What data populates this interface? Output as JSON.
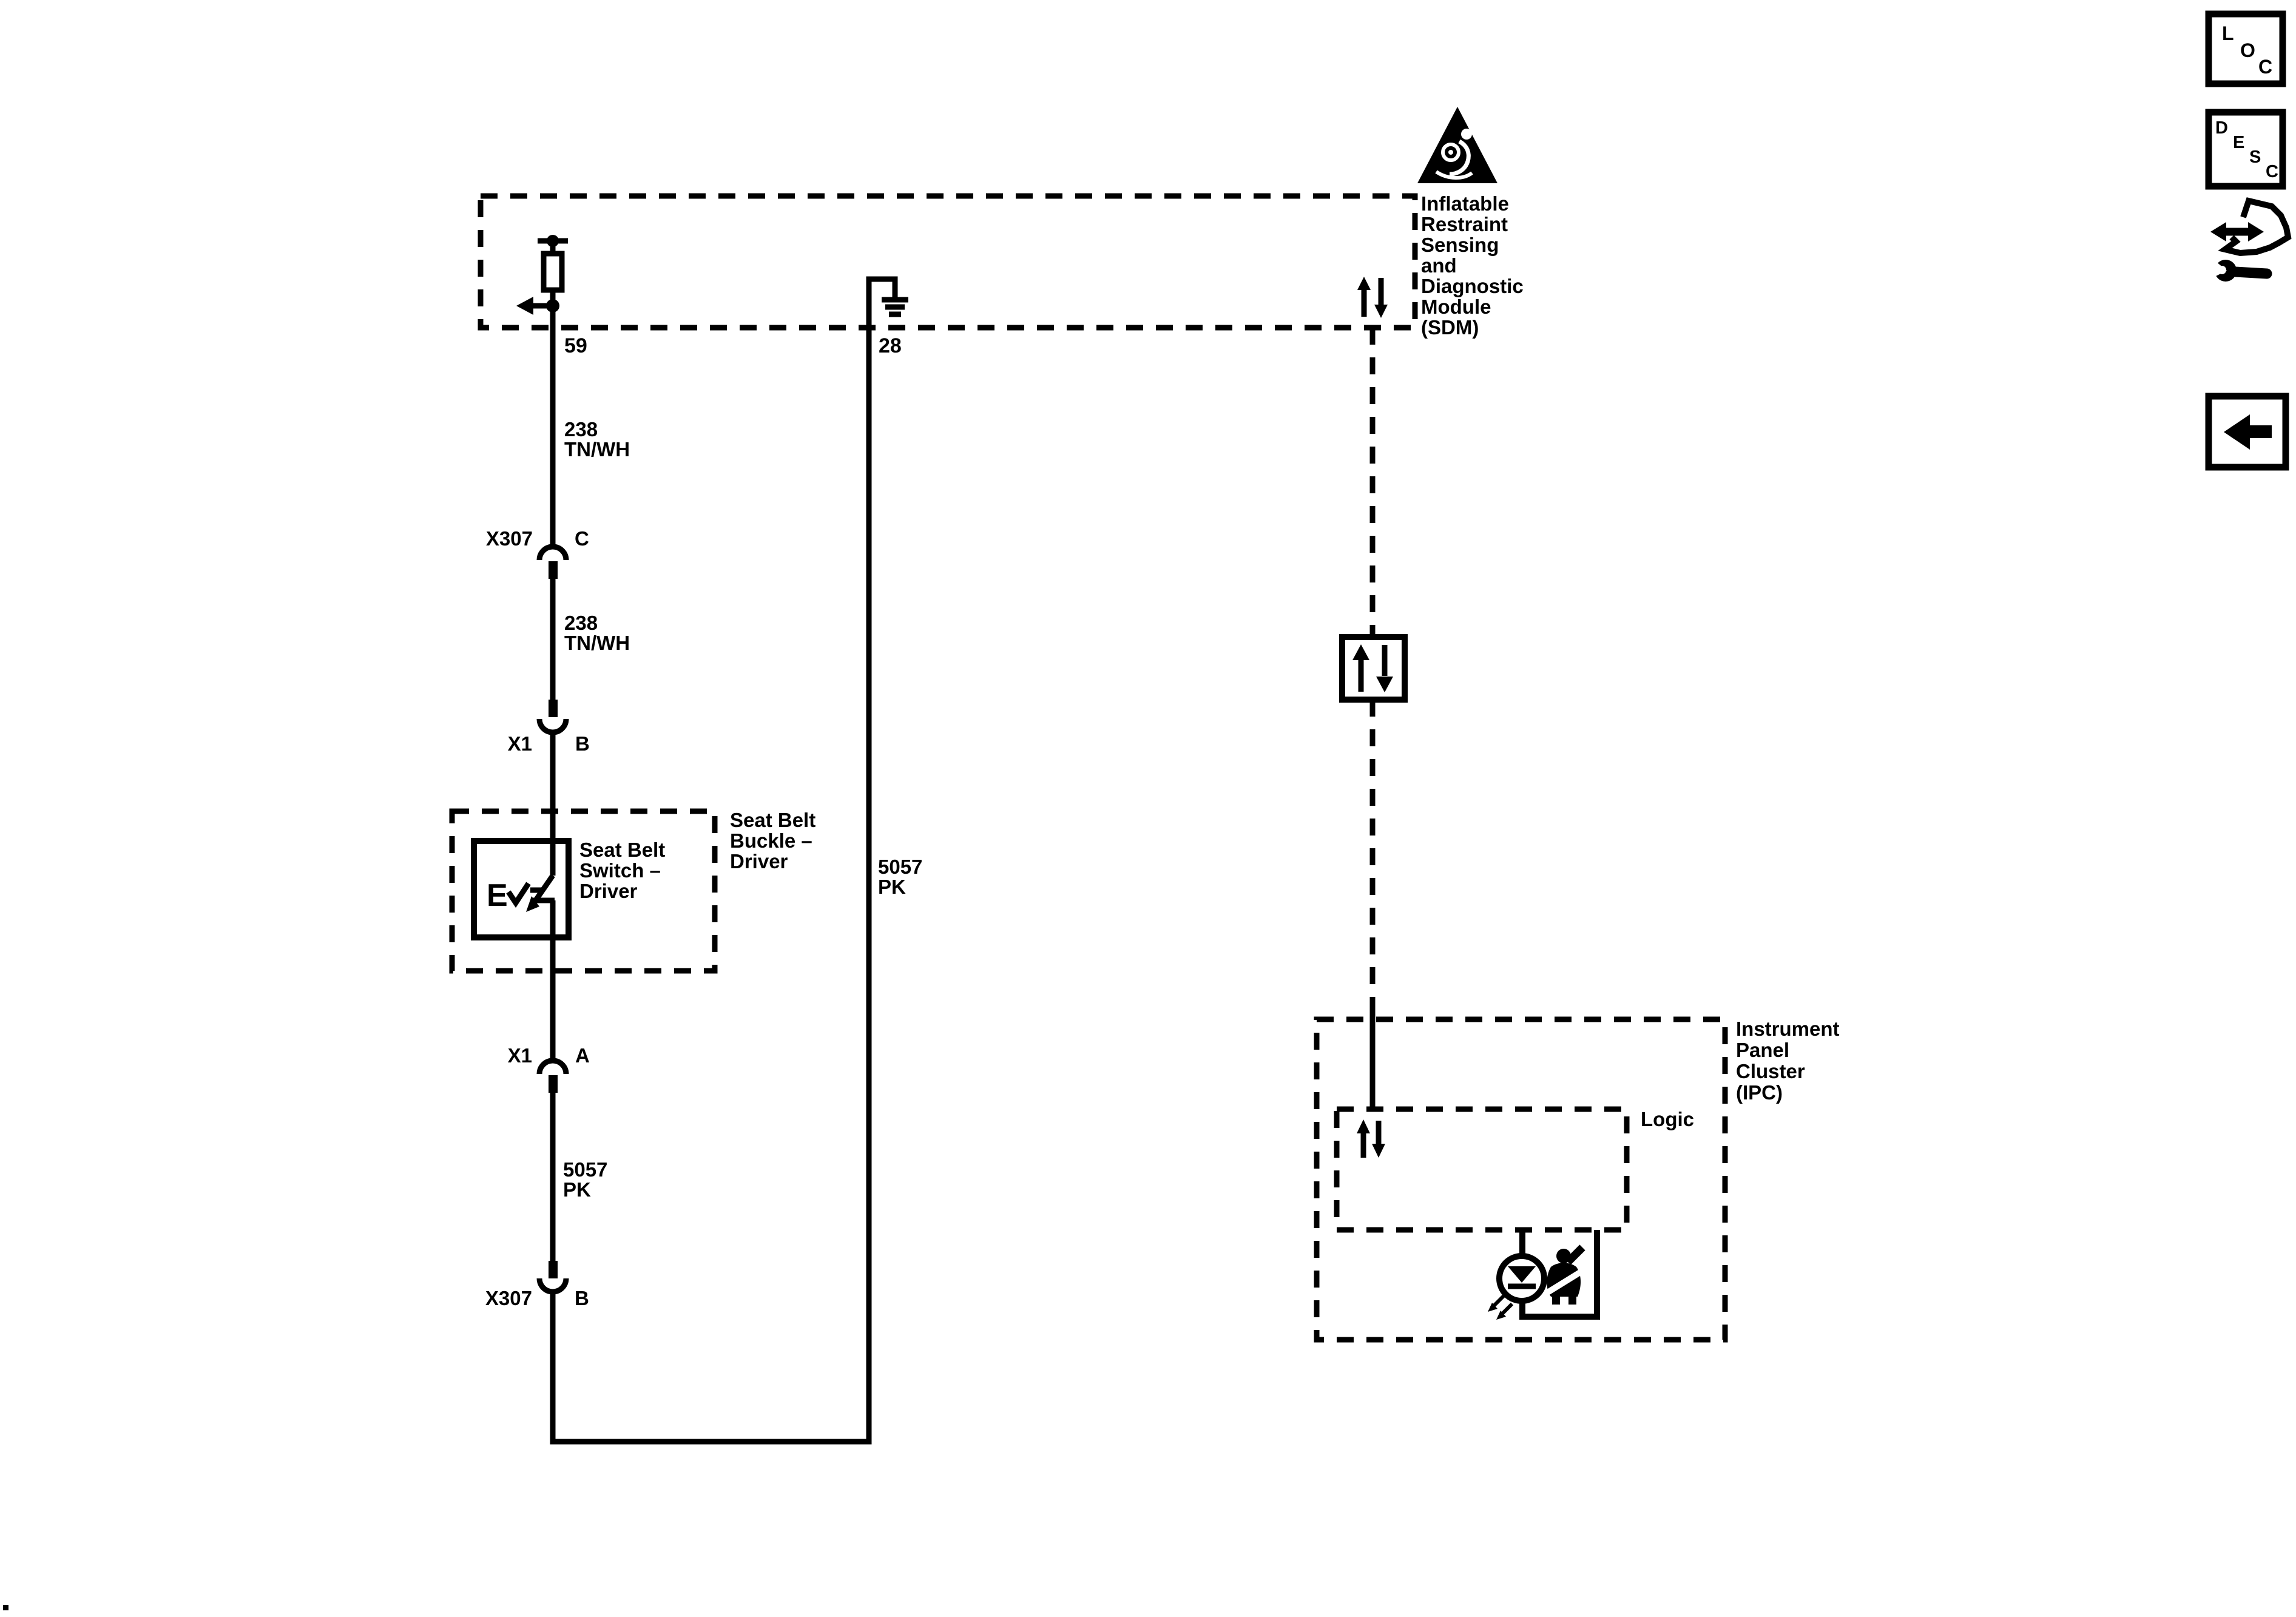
{
  "page": {
    "background": "#ffffff",
    "ink": "#000000"
  },
  "nav": {
    "loc_letters": [
      "L",
      "O",
      "C"
    ],
    "desc_letters": [
      "D",
      "E",
      "S",
      "C"
    ]
  },
  "sdm": {
    "name_lines": [
      "Inflatable",
      "Restraint",
      "Sensing",
      "and",
      "Diagnostic",
      "Module",
      "(SDM)"
    ],
    "pin_59": "59",
    "pin_28": "28"
  },
  "wires": {
    "circuit_238_upper": {
      "number": "238",
      "color": "TN/WH"
    },
    "circuit_238_lower": {
      "number": "238",
      "color": "TN/WH"
    },
    "circuit_5057_switch": {
      "number": "5057",
      "color": "PK"
    },
    "circuit_5057_ground": {
      "number": "5057",
      "color": "PK"
    }
  },
  "connectors": {
    "x307_c": {
      "connector": "X307",
      "pin": "C"
    },
    "x1_b": {
      "connector": "X1",
      "pin": "B"
    },
    "x1_a": {
      "connector": "X1",
      "pin": "A"
    },
    "x307_b": {
      "connector": "X307",
      "pin": "B"
    }
  },
  "buckle": {
    "name_lines": [
      "Seat Belt",
      "Buckle –",
      "Driver"
    ]
  },
  "switch": {
    "name_lines": [
      "Seat Belt",
      "Switch –",
      "Driver"
    ],
    "symbol_letter": "E"
  },
  "ipc": {
    "name_lines": [
      "Instrument",
      "Panel",
      "Cluster",
      "(IPC)"
    ],
    "logic_label": "Logic"
  }
}
